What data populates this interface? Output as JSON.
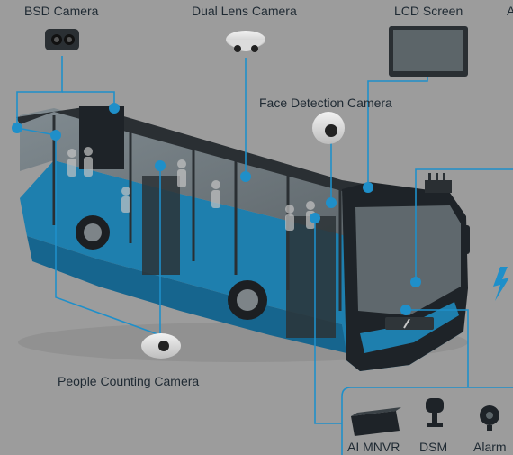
{
  "colors": {
    "background": "#9c9c9c",
    "bus_body": "#1e7fae",
    "bus_dark": "#1e2328",
    "connector": "#1f8fc9",
    "text": "#1f2a33"
  },
  "labels": {
    "bsd_camera": "BSD Camera",
    "dual_lens_camera": "Dual Lens Camera",
    "lcd_screen": "LCD Screen",
    "face_detection_camera": "Face Detection Camera",
    "people_counting_camera": "People Counting Camera",
    "ai_mnvr": "AI MNVR",
    "dsm": "DSM",
    "alarm": "Alarm",
    "partial_top_right": "A"
  },
  "icons": [
    "bsd-camera-icon",
    "dome-camera-icon",
    "lcd-screen-icon",
    "face-detection-camera-icon",
    "people-counting-camera-icon",
    "mnvr-device-icon",
    "dsm-device-icon",
    "alarm-device-icon",
    "lightning-icon"
  ]
}
